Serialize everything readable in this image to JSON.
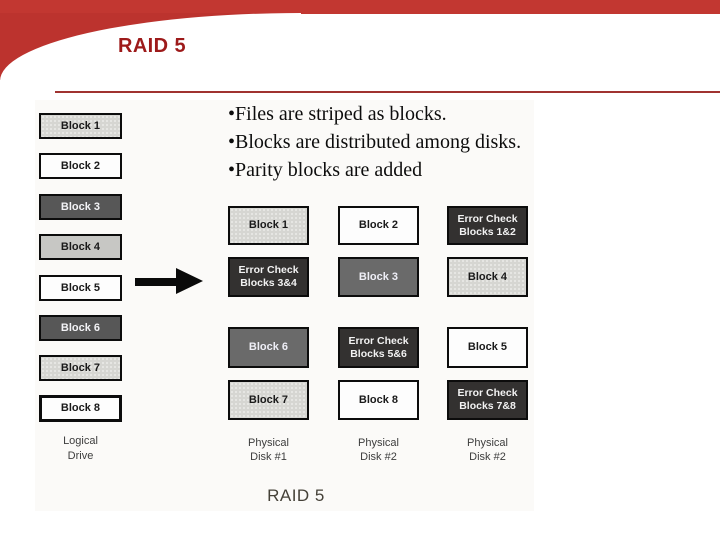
{
  "slide": {
    "title": "RAID 5",
    "bullet_char": "•",
    "bullets": [
      "Files are striped as blocks.",
      "Blocks are distributed among disks.",
      "Parity blocks are added"
    ],
    "diagram_caption": "RAID 5"
  },
  "colors": {
    "header_red": "#c23731",
    "curve_red": "#bc332e",
    "title_red": "#9d1a1a",
    "block_dark": "#575757",
    "block_mid": "#6a6a6a",
    "block_black": "#333130",
    "block_light": "#d6d6d2"
  },
  "logical_drive": {
    "label_line1": "Logical",
    "label_line2": "Drive",
    "blocks": [
      {
        "label": "Block 1"
      },
      {
        "label": "Block 2"
      },
      {
        "label": "Block 3"
      },
      {
        "label": "Block 4"
      },
      {
        "label": "Block 5"
      },
      {
        "label": "Block 6"
      },
      {
        "label": "Block 7"
      },
      {
        "label": "Block 8"
      }
    ]
  },
  "grid": {
    "cells": [
      {
        "line1": "Block 1",
        "line2": ""
      },
      {
        "line1": "Block 2",
        "line2": ""
      },
      {
        "line1": "Error Check",
        "line2": "Blocks 1&2"
      },
      {
        "line1": "Error Check",
        "line2": "Blocks 3&4"
      },
      {
        "line1": "Block 3",
        "line2": ""
      },
      {
        "line1": "Block 4",
        "line2": ""
      },
      {
        "line1": "Block 6",
        "line2": ""
      },
      {
        "line1": "Error Check",
        "line2": "Blocks 5&6"
      },
      {
        "line1": "Block 5",
        "line2": ""
      },
      {
        "line1": "Block 7",
        "line2": ""
      },
      {
        "line1": "Block 8",
        "line2": ""
      },
      {
        "line1": "Error Check",
        "line2": "Blocks 7&8"
      }
    ]
  },
  "physical_disks": [
    {
      "line1": "Physical",
      "line2": "Disk #1"
    },
    {
      "line1": "Physical",
      "line2": "Disk #2"
    },
    {
      "line1": "Physical",
      "line2": "Disk #2"
    }
  ]
}
